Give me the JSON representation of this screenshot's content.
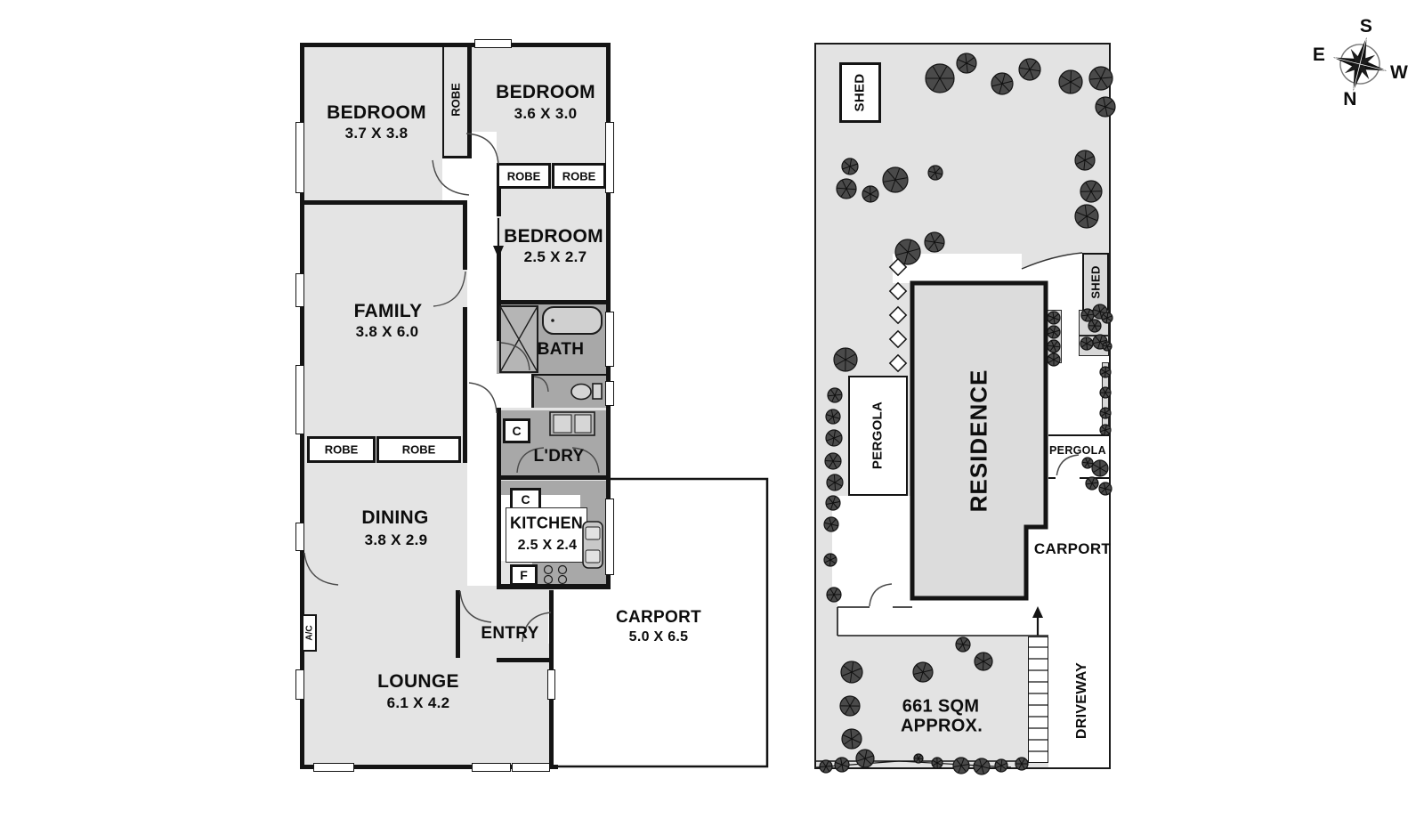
{
  "floor_plan": {
    "bedroom1": {
      "name": "BEDROOM",
      "size": "3.7 X 3.8"
    },
    "bedroom2": {
      "name": "BEDROOM",
      "size": "3.6 X 3.0"
    },
    "bedroom3": {
      "name": "BEDROOM",
      "size": "2.5 X 2.7"
    },
    "family": {
      "name": "FAMILY",
      "size": "3.8 X 6.0"
    },
    "bath": {
      "name": "BATH"
    },
    "laundry": {
      "name": "L'DRY"
    },
    "dining": {
      "name": "DINING",
      "size": "3.8 X 2.9"
    },
    "kitchen": {
      "name": "KITCHEN",
      "size": "2.5 X 2.4"
    },
    "entry": {
      "name": "ENTRY"
    },
    "lounge": {
      "name": "LOUNGE",
      "size": "6.1 X 4.2"
    },
    "carport": {
      "name": "CARPORT",
      "size": "5.0 X 6.5"
    },
    "robe": "ROBE",
    "cupboard": "C",
    "fridge": "F",
    "ac": "A/C"
  },
  "site_plan": {
    "shed": "SHED",
    "pergola": "PERGOLA",
    "residence": "RESIDENCE",
    "carport": "CARPORT",
    "driveway": "DRIVEWAY",
    "area_line1": "661 SQM",
    "area_line2": "APPROX.",
    "land_fill": "#e3e3e3",
    "wall_color": "#141414"
  },
  "compass": {
    "north": "N",
    "south": "S",
    "east": "E",
    "west": "W"
  }
}
